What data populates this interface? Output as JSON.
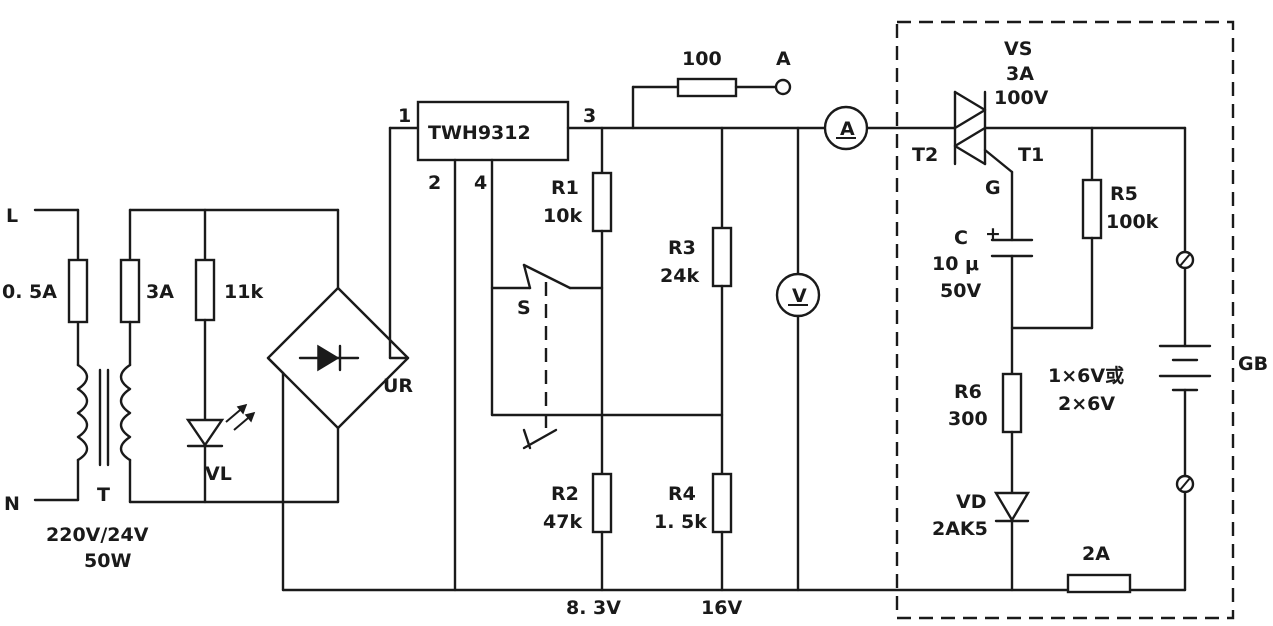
{
  "labels": {
    "L": "L",
    "N": "N",
    "fuse_primary": "0. 5A",
    "fuse_secondary": "3A",
    "resistor_indicator": "11k",
    "transformer": "T",
    "transformer_rating_1": "220V/24V",
    "transformer_rating_2": "50W",
    "led": "VL",
    "bridge": "UR",
    "ic_name": "TWH9312",
    "pin1": "1",
    "pin2": "2",
    "pin3": "3",
    "pin4": "4",
    "r100": "100",
    "pointA": "A",
    "ammeter": "A",
    "voltmeter": "V",
    "r1_name": "R1",
    "r1_value": "10k",
    "r2_name": "R2",
    "r2_value": "47k",
    "r3_name": "R3",
    "r3_value": "24k",
    "r4_name": "R4",
    "r4_value": "1. 5k",
    "switch": "S",
    "v83": "8. 3V",
    "v16": "16V",
    "vs_name": "VS",
    "vs_current": "3A",
    "vs_voltage": "100V",
    "t2": "T2",
    "t1": "T1",
    "gate": "G",
    "c_name": "C",
    "c_value": "10 μ",
    "c_voltage": "50V",
    "c_plus": "+",
    "r5_name": "R5",
    "r5_value": "100k",
    "r6_name": "R6",
    "r6_value": "300",
    "vd_name": "VD",
    "vd_value": "2AK5",
    "fuse_battery": "2A",
    "battery_1": "1×6V或",
    "battery_2": "2×6V",
    "gb": "GB"
  }
}
